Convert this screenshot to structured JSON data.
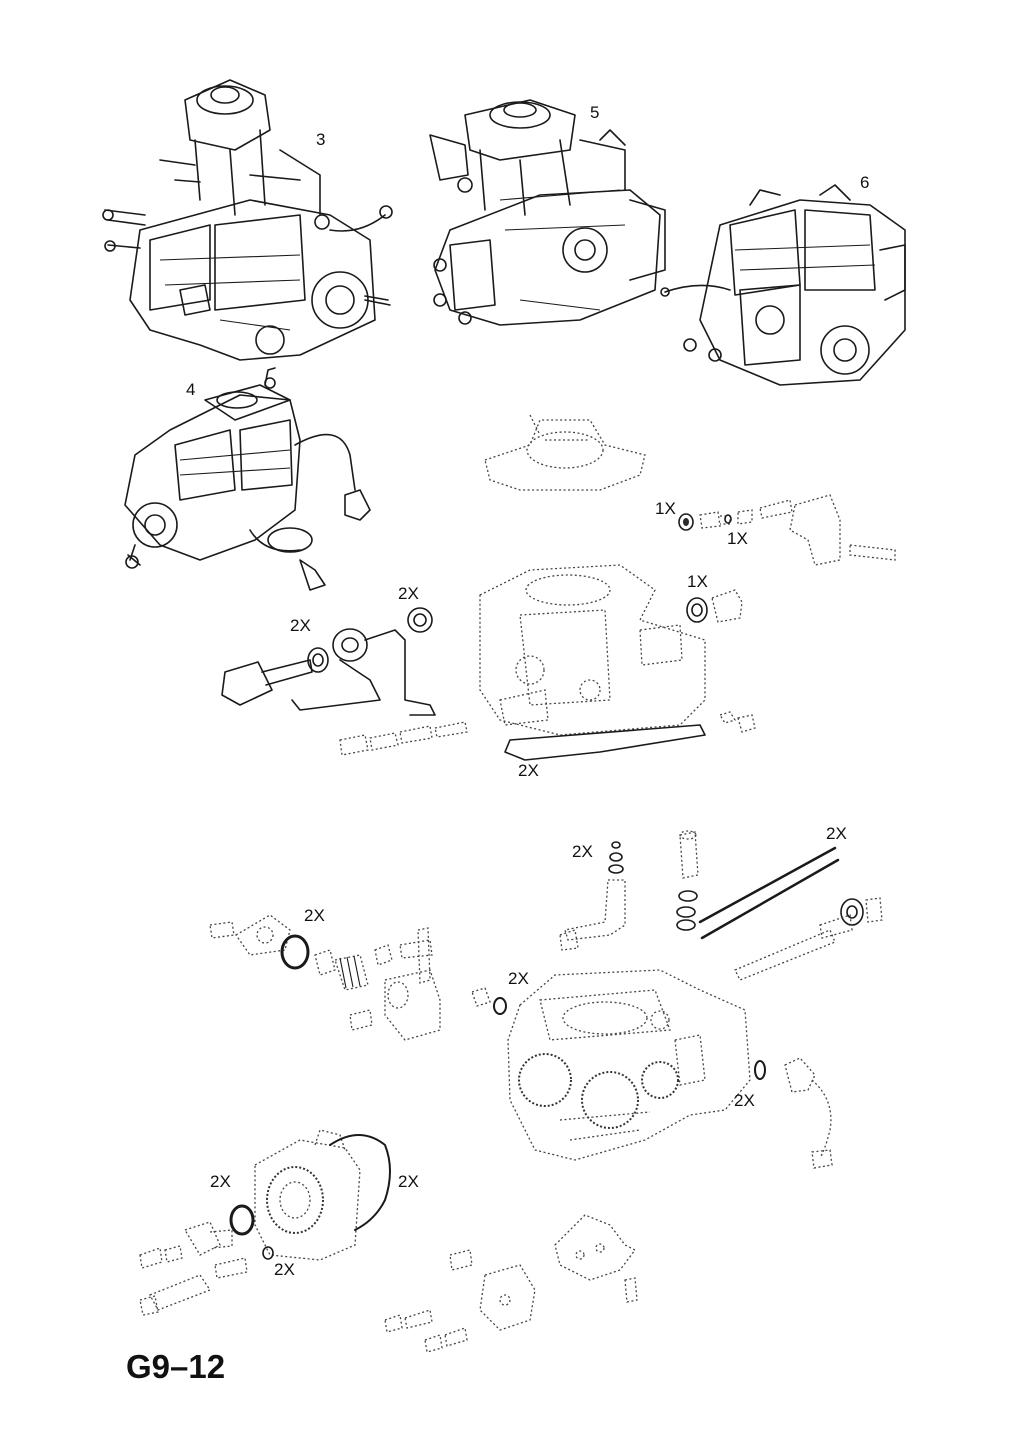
{
  "item_numbers": [
    "3",
    "5",
    "6",
    "4"
  ],
  "quantity_labels": {
    "q_1x_a": "1X",
    "q_1x_b": "1X",
    "q_1x_c": "1X",
    "q_2x_pipe_left": "2X",
    "q_2x_pipe_right": "2X",
    "q_2x_gasket": "2X",
    "q_2x_nozzle": "2X",
    "q_2x_rod": "2X",
    "q_2x_flange": "2X",
    "q_2x_bolt": "2X",
    "q_2x_sensor": "2X",
    "q_2x_cover_left": "2X",
    "q_2x_cover_right": "2X",
    "q_2x_cover_bottom": "2X"
  },
  "page_code": "G9–12"
}
